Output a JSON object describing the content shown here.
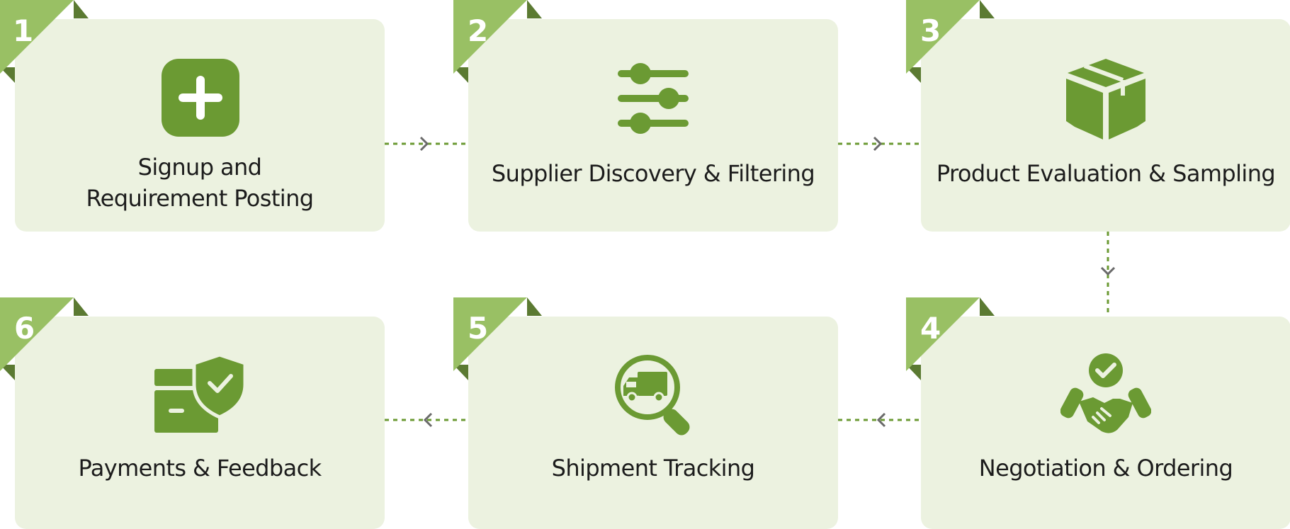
{
  "steps": [
    {
      "number": "1",
      "label_line1": "Signup and",
      "label_line2": "Requirement Posting",
      "icon": "plus-icon"
    },
    {
      "number": "2",
      "label": "Supplier Discovery & Filtering",
      "icon": "sliders-icon"
    },
    {
      "number": "3",
      "label": "Product Evaluation & Sampling",
      "icon": "box-icon"
    },
    {
      "number": "4",
      "label": "Negotiation & Ordering",
      "icon": "handshake-icon"
    },
    {
      "number": "5",
      "label": "Shipment Tracking",
      "icon": "truck-search-icon"
    },
    {
      "number": "6",
      "label": "Payments & Feedback",
      "icon": "payment-shield-icon"
    }
  ],
  "colors": {
    "card_bg": "#ecf2e0",
    "icon_green": "#6b9a33",
    "corner_light": "#99c064",
    "corner_dark": "#5b7a32",
    "connector": "#6b9a33",
    "arrowhead": "#6a6a6a",
    "text": "#1c1c1c"
  }
}
